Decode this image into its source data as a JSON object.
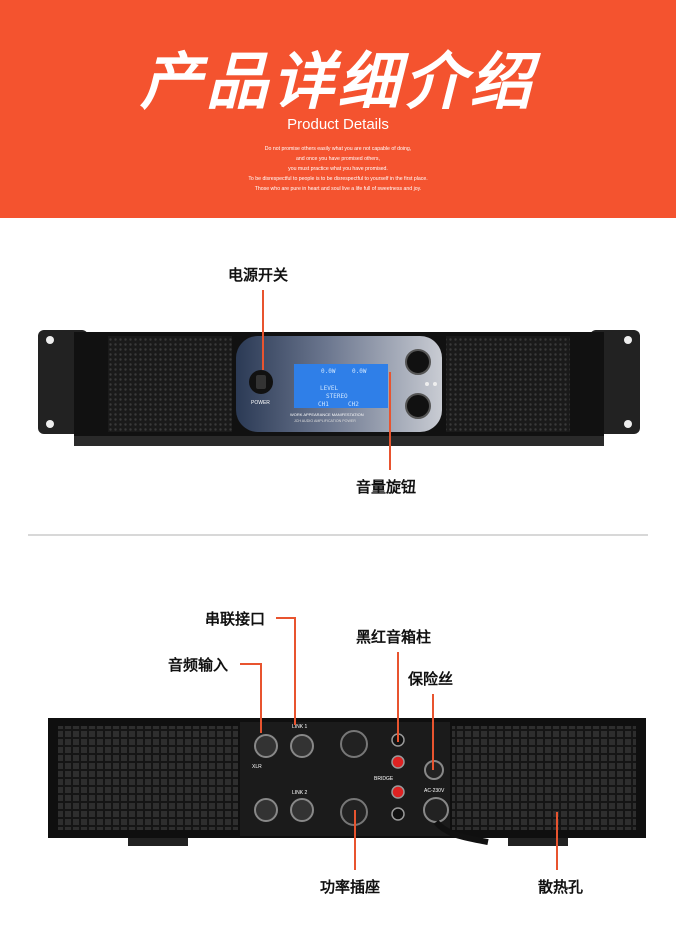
{
  "banner": {
    "title": "产品详细介绍",
    "subtitle": "Product Details",
    "lines": [
      "Do not promise others easily what you are not capable of doing,",
      "and once you have promised others,",
      "you must practice what you have promised.",
      "To be disrespectful to people is to be disrespectful to yourself in the first place.",
      "Those who are pure in heart and soul live a life full of sweetness and joy."
    ],
    "color": "#f4532f"
  },
  "front": {
    "power_label": "电源开关",
    "volume_label": "音量旋钮",
    "power_text": "POWER",
    "brand_line1": "WORK APPEARANCE MANIFESTATION",
    "brand_line2": "JCH AUDIO AMPLIFICATION POWER",
    "lcd_l1": "0.0W",
    "lcd_l2": "0.0W",
    "lcd_l3": "LEVEL",
    "lcd_l4": "STEREO",
    "lcd_l5": "CH1",
    "lcd_l6": "CH2"
  },
  "rear": {
    "link_label": "串联接口",
    "input_label": "音频输入",
    "speaker_label": "黑红音箱柱",
    "fuse_label": "保险丝",
    "power_socket_label": "功率插座",
    "vent_label": "散热孔",
    "link1": "LINK 1",
    "link2": "LINK 2",
    "xlr": "XLR",
    "ac": "AC-230V",
    "bridge": "BRIDGE"
  },
  "accent": "#e8542f"
}
